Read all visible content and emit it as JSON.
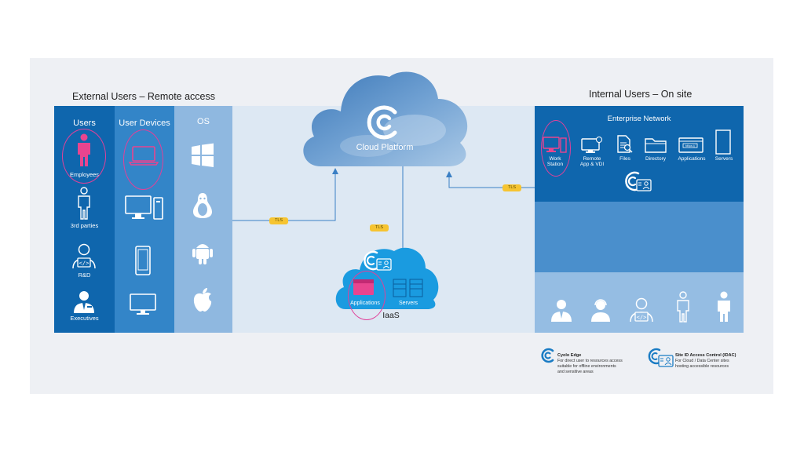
{
  "external": {
    "heading": "External Users – Remote access",
    "users_title": "Users",
    "devices_title": "User Devices",
    "os_title": "OS",
    "users": [
      {
        "label": "Employees",
        "icon": "employee-icon"
      },
      {
        "label": "3rd parties",
        "icon": "third-party-icon"
      },
      {
        "label": "R&D",
        "icon": "developer-icon"
      },
      {
        "label": "Executives",
        "icon": "executive-icon"
      }
    ],
    "devices": [
      "laptop-icon",
      "desktop-icon",
      "mobile-icon",
      "monitor-icon"
    ],
    "os": [
      "windows-icon",
      "linux-icon",
      "android-icon",
      "apple-icon"
    ]
  },
  "cloud": {
    "label": "Cloud Platform",
    "logo": "cyolo-logo-icon"
  },
  "iaas": {
    "label": "IaaS",
    "apps_label": "Applications",
    "servers_label": "Servers"
  },
  "tls_label": "TLS",
  "internal": {
    "heading": "Internal Users – On site",
    "network_title": "Enterprise Network",
    "resources": [
      {
        "label": "Work\nStation",
        "icon": "workstation-icon"
      },
      {
        "label": "Remote\nApp & VDI",
        "icon": "remote-app-icon"
      },
      {
        "label": "Files",
        "icon": "files-icon"
      },
      {
        "label": "Directory",
        "icon": "directory-icon"
      },
      {
        "label": "Applications",
        "icon": "browser-icon"
      },
      {
        "label": "Servers",
        "icon": "server-icon"
      }
    ]
  },
  "legend": {
    "edge_title": "Cyolo Edge",
    "edge_text": "For direct user to resources access\nsuitable  for offline environments\nand sensitive areas",
    "idac_title": "Site ID Access Control (IDAC)",
    "idac_text": "For Cloud / Data Center sites\nhosting accessible resources"
  },
  "colors": {
    "dark_blue": "#0f66ad",
    "mid_blue": "#3385c8",
    "light_blue": "#8fb8e0",
    "pink": "#e0419a",
    "tls_yellow": "#f6c431"
  }
}
